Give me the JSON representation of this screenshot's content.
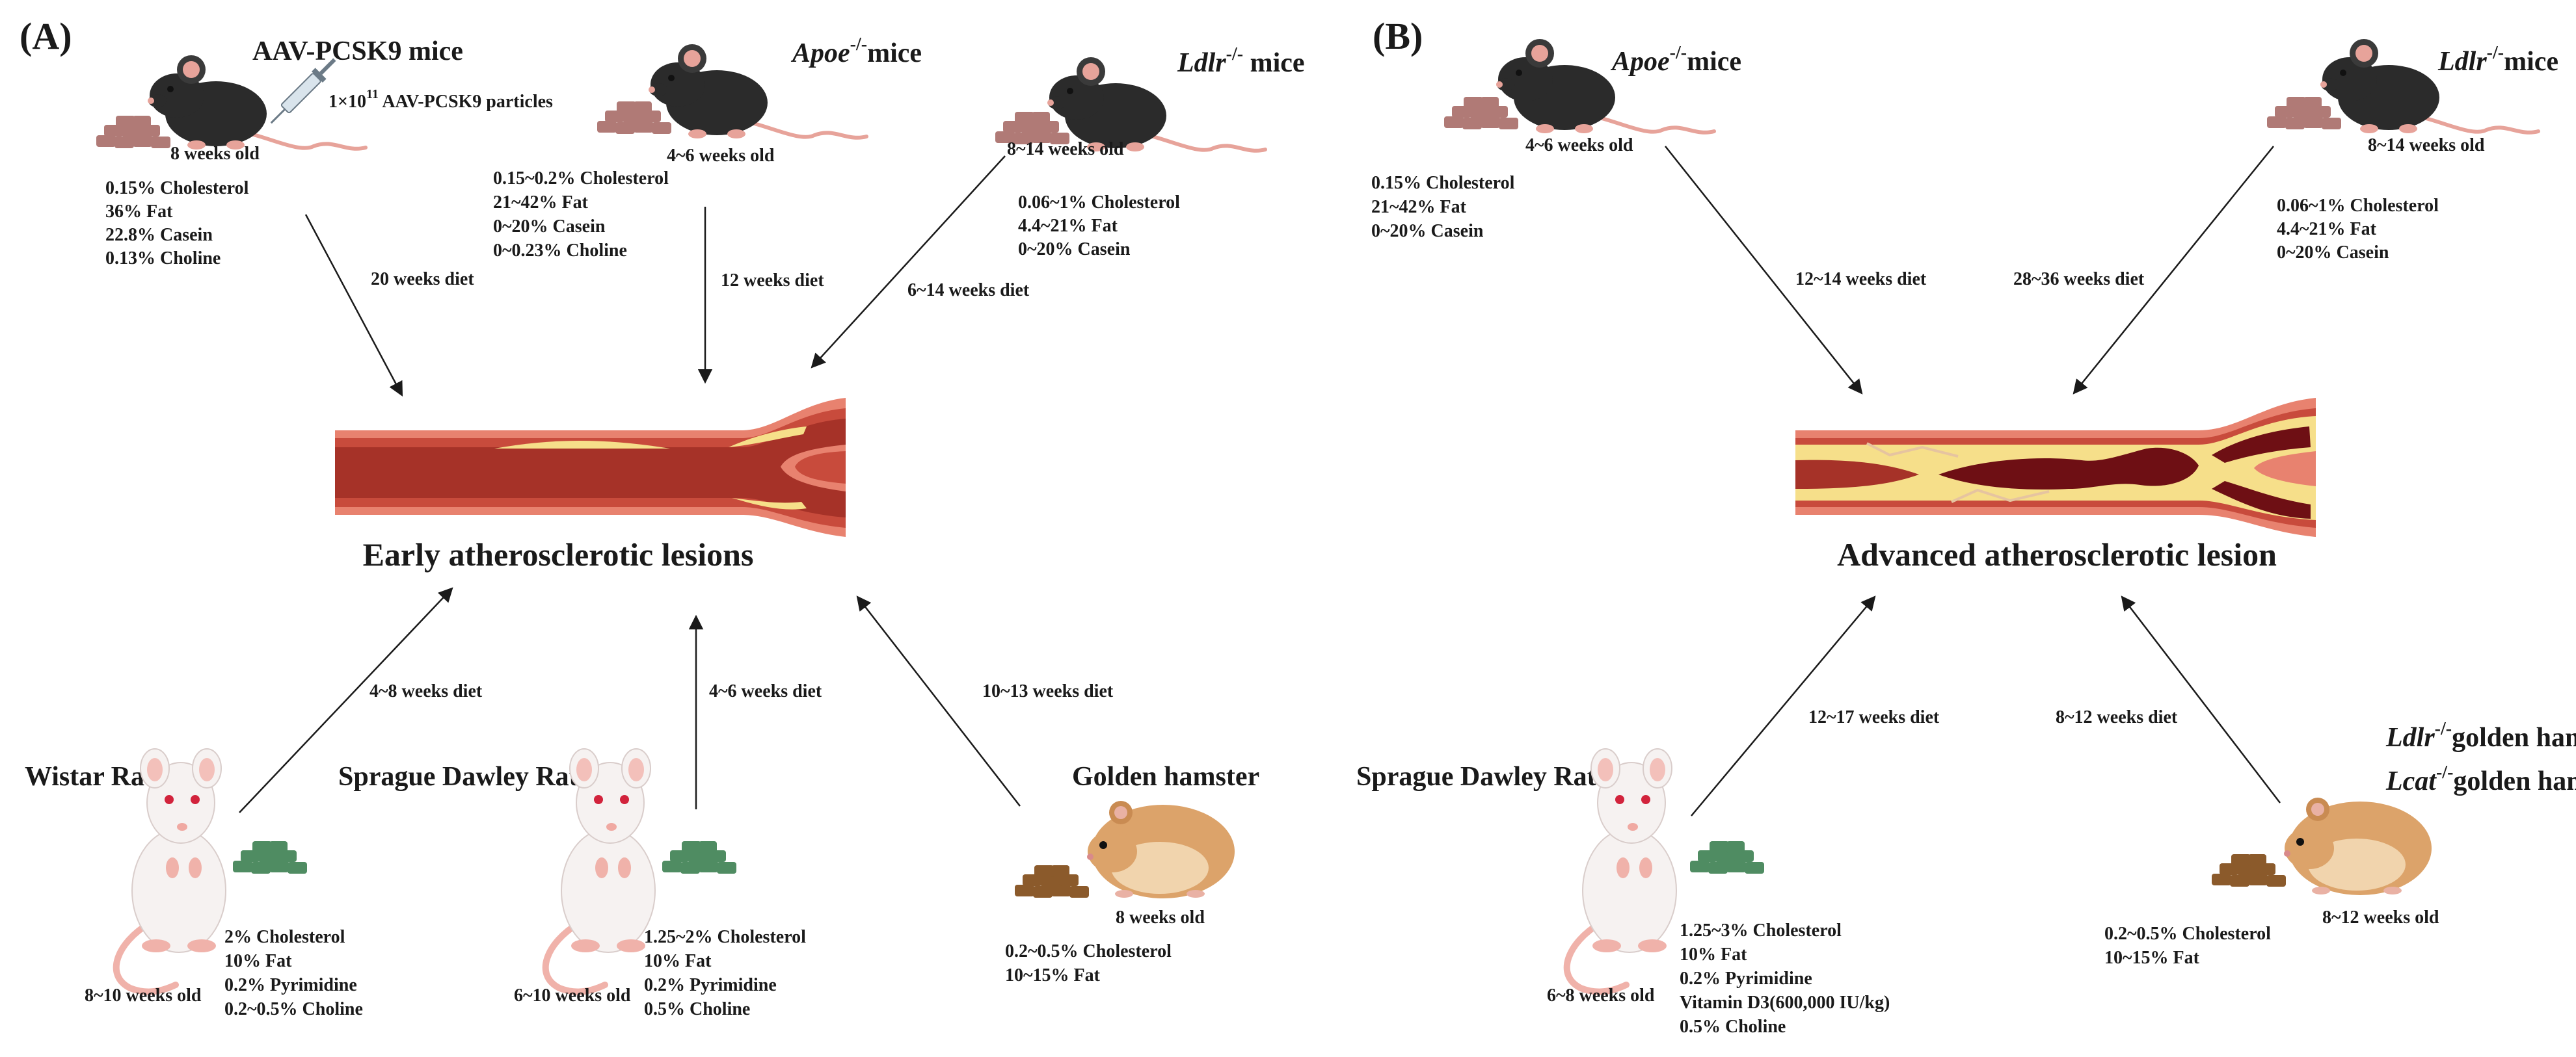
{
  "panel_a": {
    "label": "(A)",
    "lesion_title": "Early atherosclerotic lesions",
    "aav": {
      "title": "AAV-PCSK9 mice",
      "injection_prefix": "1×10",
      "injection_exp": "11",
      "injection_suffix": " AAV-PCSK9 particles",
      "age": "8 weeks old",
      "diet": [
        "0.15% Cholesterol",
        "36% Fat",
        "22.8% Casein",
        "0.13% Choline"
      ],
      "arrow": "20 weeks diet"
    },
    "apoe": {
      "gene": "Apoe",
      "sup": "-/-",
      "suffix": "mice",
      "age": "4~6 weeks old",
      "diet": [
        "0.15~0.2% Cholesterol",
        "21~42% Fat",
        "0~20% Casein",
        "0~0.23% Choline"
      ],
      "arrow": "12 weeks diet"
    },
    "ldlr": {
      "gene": "Ldlr",
      "sup": "-/-",
      "suffix": " mice",
      "age": "8~14 weeks old",
      "diet": [
        "0.06~1% Cholesterol",
        "4.4~21% Fat",
        "0~20% Casein"
      ],
      "arrow": "6~14 weeks diet"
    },
    "wistar": {
      "title": "Wistar Rat",
      "age": "8~10 weeks old",
      "diet": [
        "2% Cholesterol",
        "10% Fat",
        "0.2% Pyrimidine",
        "0.2~0.5% Choline"
      ],
      "arrow": "4~8 weeks diet"
    },
    "sd": {
      "title": "Sprague Dawley Rat",
      "age": "6~10 weeks old",
      "diet": [
        "1.25~2% Cholesterol",
        "10% Fat",
        "0.2% Pyrimidine",
        "0.5% Choline"
      ],
      "arrow": "4~6 weeks diet"
    },
    "hamster": {
      "title": "Golden hamster",
      "age": "8 weeks old",
      "diet": [
        "0.2~0.5% Cholesterol",
        "10~15% Fat"
      ],
      "arrow": "10~13 weeks diet"
    }
  },
  "panel_b": {
    "label": "(B)",
    "lesion_title": "Advanced atherosclerotic lesion",
    "apoe": {
      "gene": "Apoe",
      "sup": "-/-",
      "suffix": "mice",
      "age": "4~6 weeks old",
      "diet": [
        "0.15% Cholesterol",
        "21~42% Fat",
        "0~20% Casein"
      ],
      "arrow": "12~14 weeks diet"
    },
    "ldlr": {
      "gene": "Ldlr",
      "sup": "-/-",
      "suffix": "mice",
      "age": "8~14 weeks old",
      "diet": [
        "0.06~1% Cholesterol",
        "4.4~21% Fat",
        "0~20% Casein"
      ],
      "arrow": "28~36 weeks diet"
    },
    "sd": {
      "title": "Sprague Dawley Rat",
      "age": "6~8 weeks old",
      "diet": [
        "1.25~3% Cholesterol",
        "10% Fat",
        "0.2% Pyrimidine",
        "Vitamin D3(600,000 IU/kg)",
        "0.5% Choline"
      ],
      "arrow": "12~17 weeks diet"
    },
    "hamster": {
      "gene1": "Ldlr",
      "gene2": "Lcat",
      "sup": "-/-",
      "suffix": "golden hamster",
      "age": "8~12 weeks old",
      "diet": [
        "0.2~0.5% Cholesterol",
        "10~15% Fat"
      ],
      "arrow": "8~12 weeks diet"
    }
  },
  "colors": {
    "artery_outer": "#e8826f",
    "artery_wall": "#c84b3c",
    "lumen": "#a63228",
    "plaque": "#f6df8a",
    "thrombus": "#6e0f14",
    "mouse_fur": "#2b2b2b",
    "rat_fur": "#f6f2f1",
    "hamster_fur": "#dca36a",
    "green_chow": "#4f8c62",
    "pink_chow": "#b07a76",
    "brown_chow": "#8b5a2b"
  }
}
